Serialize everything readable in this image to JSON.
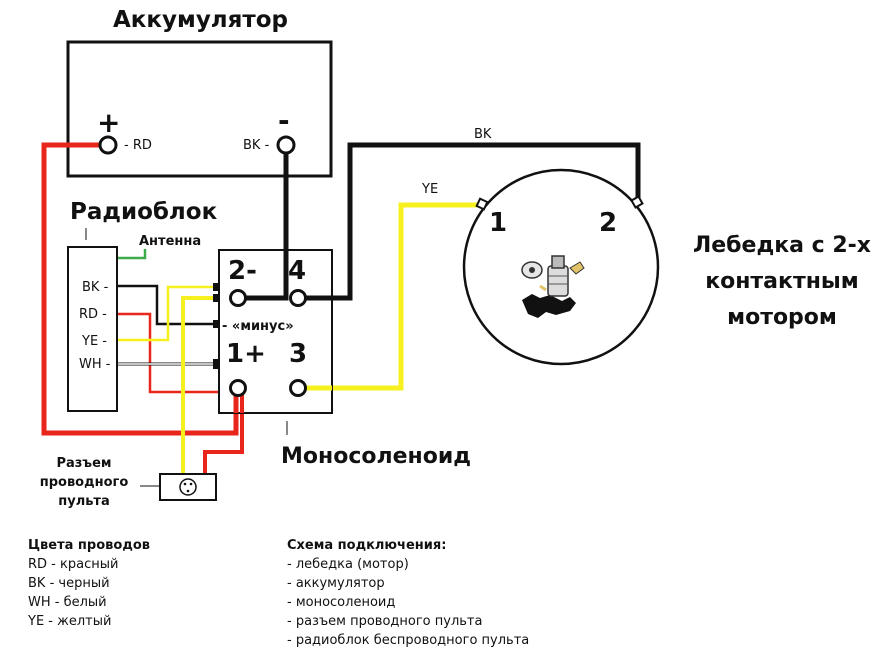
{
  "battery": {
    "title": "Аккумулятор",
    "plus": "+",
    "minus": "-",
    "rd_label": "- RD",
    "bk_label": "BK -"
  },
  "radio": {
    "title": "Радиоблок",
    "antenna": "Антенна",
    "pins": [
      "BK -",
      "RD -",
      "YE -",
      "WH -"
    ]
  },
  "solenoid": {
    "title": "Моносоленоид",
    "t2": "2-",
    "t4": "4",
    "t1": "1+",
    "t3": "3",
    "minus_label": "- «минус»"
  },
  "motor": {
    "title_lines": [
      "Лебедка с 2-х",
      "контактным",
      "мотором"
    ],
    "t1": "1",
    "t2": "2"
  },
  "wires": {
    "bk": "BK",
    "ye": "YE"
  },
  "connector": {
    "lines": [
      "Разъем",
      "проводного",
      "пульта"
    ]
  },
  "colors_legend": {
    "title": "Цвета проводов",
    "items": [
      "RD - красный",
      "BK - черный",
      "WH - белый",
      "YE - желтый"
    ]
  },
  "scheme_legend": {
    "title": "Схема подключения:",
    "items": [
      "- лебедка (мотор)",
      "- аккумулятор",
      "- моносоленоид",
      "- разъем проводного пульта",
      "- радиоблок беспроводного пульта"
    ]
  },
  "palette": {
    "red": "#e8261c",
    "black": "#111111",
    "yellow": "#f5f01e",
    "green": "#3cab4a"
  }
}
